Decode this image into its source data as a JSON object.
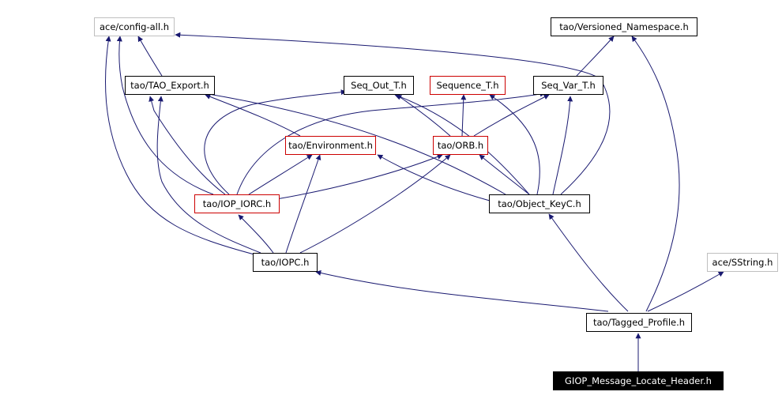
{
  "diagram": {
    "edge_color": "#191970",
    "nodes": {
      "config_all": {
        "label": "ace/config-all.h"
      },
      "versioned_ns": {
        "label": "tao/Versioned_Namespace.h"
      },
      "tao_export": {
        "label": "tao/TAO_Export.h"
      },
      "seq_out": {
        "label": "Seq_Out_T.h"
      },
      "sequence_t": {
        "label": "Sequence_T.h"
      },
      "seq_var": {
        "label": "Seq_Var_T.h"
      },
      "environment": {
        "label": "tao/Environment.h"
      },
      "orb": {
        "label": "tao/ORB.h"
      },
      "iop_iorc": {
        "label": "tao/IOP_IORC.h"
      },
      "object_keyc": {
        "label": "tao/Object_KeyC.h"
      },
      "iopc": {
        "label": "tao/IOPC.h"
      },
      "sstring": {
        "label": "ace/SString.h"
      },
      "tagged_profile": {
        "label": "tao/Tagged_Profile.h"
      },
      "giop_locate_header": {
        "label": "GIOP_Message_Locate_Header.h"
      }
    }
  }
}
